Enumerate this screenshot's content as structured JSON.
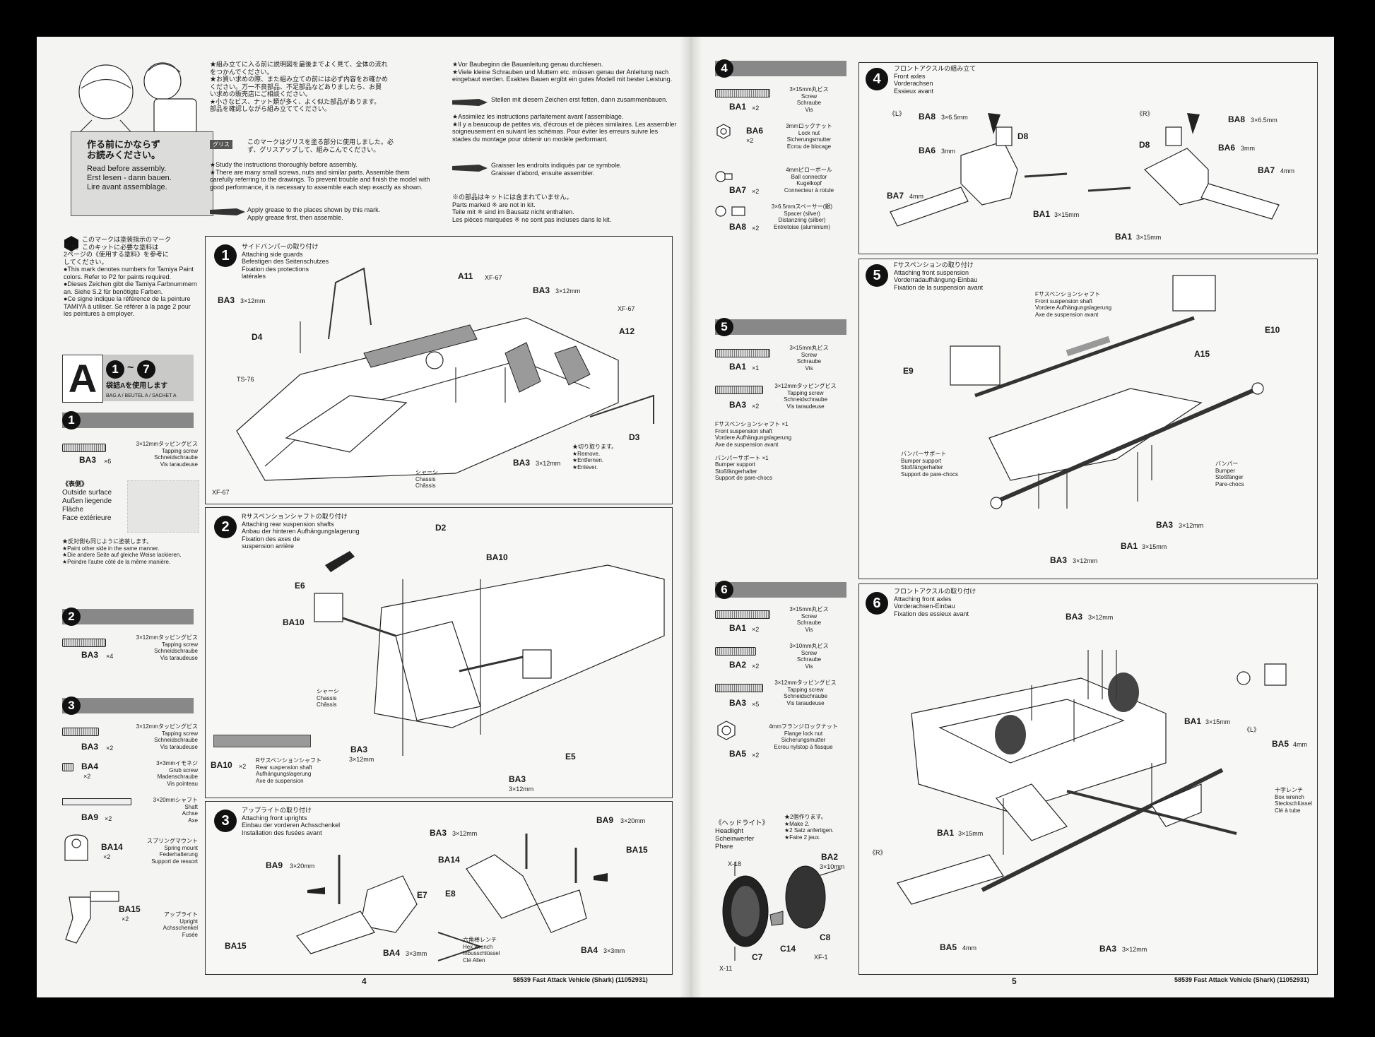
{
  "left_page": {
    "intro_jp": "★組み立てに入る前に説明図を最後までよく見て、全体の流れ\nをつかんでください。\n★お買い求めの際、また組み立ての前には必ず内容をお確かめ\nください。万一不良部品、不足部品などありましたら、お買\nい求めの販売店にご相談ください。\n★小さなビス、ナット類が多く、よく似た部品があります。\n部品を確認しながら組み立ててください。",
    "grease_jp": "このマークはグリスを塗る部分に使用しました。必\nず、グリスアップして、組みこんでください。",
    "grease_tag": "グリス",
    "intro_en": "★Study the instructions thoroughly before assembly.\n★There are many small screws, nuts and similar parts. Assemble them carefully referring to the drawings. To prevent trouble and finish the model with good performance, it is necessary to assemble each step exactly as shown.",
    "grease_en": "Apply grease to the places shown by this mark.\nApply grease first, then assemble.",
    "intro_de": "★Vor Baubeginn die Bauanleitung genau durchlesen.\n★Viele kleine Schrauben und Muttern etc. müssen genau der Anleitung nach eingebaut werden. Exaktes Bauen ergibt ein gutes Modell mit bester Leistung.",
    "grease_de": "Stellen mit diesem Zeichen erst fetten, dann zusammenbauen.",
    "intro_fr": "★Assimilez les instructions parfaitement avant l'assemblage.\n★Il y a beaucoup de petites vis, d'écrous et de pièces similaires. Les assembler soigneusement en suivant les schémas. Pour éviter les erreurs suivre les stades du montage pour obtenir un modèle performant.",
    "grease_fr": "Graisser les endroits indiqués par ce symbole.\nGraisser d'abord, ensuite assembler.",
    "not_incl": "※の部品はキットには含まれていません。\nParts marked ※ are not in kit.\nTeile mit ※ sind im Bausatz nicht enthalten.\nLes pièces marquées ※ ne sont pas incluses dans le kit.",
    "read_jp": "作る前にかならず\nお読みください。",
    "read_langs": "Read before assembly.\nErst lesen - dann bauen.\nLire avant assemblage.",
    "paint_note": "このマークは塗装指示のマーク\nです。このキットに必要な塗料は\n2ページの《使用する塗料》を参考に\nしてください。\n●This mark denotes numbers for Tamiya Paint colors. Refer to P2 for paints required.\n●Dieses Zeichen gibt die Tamiya Farbnummern an. Siehe S.2 für benötigte Farben.\n●Ce signe indique la référence de la peinture TAMIYA à utiliser. Se référer à la page 2 pour les peintures à employer.",
    "bag": {
      "letter": "A",
      "range_a": "1",
      "tilde": "~",
      "range_b": "7",
      "jp": "袋詰Aを使用します",
      "en": "BAG A / BEUTEL A / SACHET A"
    },
    "parts": [
      {
        "step": "1",
        "items": [
          {
            "code": "BA3",
            "qty": "×6",
            "desc": "3×12mmタッピングビス\nTapping screw\nSchneidschraube\nVis taraudeuse"
          }
        ],
        "note_head": "《表側》",
        "note": "Outside surface\nAußen liegende\nFläche\nFace extérieure",
        "note2": "★反対側も同じように塗装します。\n★Paint other side in the same manner.\n★Die andere Seite auf gleiche Weise lackieren.\n★Peindre l'autre côté de la même manière."
      },
      {
        "step": "2",
        "items": [
          {
            "code": "BA3",
            "qty": "×4",
            "desc": "3×12mmタッピングビス\nTapping screw\nSchneidschraube\nVis taraudeuse"
          }
        ]
      },
      {
        "step": "3",
        "items": [
          {
            "code": "BA3",
            "qty": "×2",
            "desc": "3×12mmタッピングビス\nTapping screw\nSchneidschraube\nVis taraudeuse"
          },
          {
            "code": "BA4",
            "qty": "×2",
            "desc": "3×3mmイモネジ\nGrub screw\nMadenschraube\nVis pointeau"
          },
          {
            "code": "BA9",
            "qty": "×2",
            "desc": "3×20mmシャフト\nShaft\nAchse\nAxe"
          },
          {
            "code": "BA14",
            "qty": "×2",
            "desc": "スプリングマウント\nSpring mount\nFederhalterung\nSupport de ressort"
          },
          {
            "code": "BA15",
            "qty": "×2",
            "desc": "アップライト\nUpright\nAchsschenkel\nFusée"
          }
        ]
      }
    ],
    "steps": [
      {
        "num": "1",
        "title": "サイドバンパーの取り付け\nAttaching side guards\nBefestigen des Seitenschutzes\nFixation des protections\nlatérales",
        "labels": {
          "a11": "A11",
          "xf67a": "XF-67",
          "ba3a": "BA3",
          "ba3a_s": "3×12mm",
          "ba3b": "BA3",
          "ba3b_s": "3×12mm",
          "xf67b": "XF-67",
          "a12": "A12",
          "d4": "D4",
          "ts76": "TS-76",
          "d3": "D3",
          "cut": "★切り取ります。\n★Remove.\n★Entfernen.\n★Enlever.",
          "ba3c": "BA3",
          "ba3c_s": "3×12mm",
          "chassis": "シャーシ\nChassis\nChâssis",
          "xf67c": "XF-67"
        }
      },
      {
        "num": "2",
        "title": "Rサスペンションシャフトの取り付け\nAttaching rear suspension shafts\nAnbau der hinteren Aufhängungslagerung\nFixation des axes de\nsuspension arrière",
        "labels": {
          "d2": "D2",
          "ba10a": "BA10",
          "e6": "E6",
          "ba10b": "BA10",
          "chassis": "シャーシ\nChassis\nChâssis",
          "e5": "E5",
          "ba3a": "BA3",
          "ba3a_s": "3×12mm",
          "ba3b": "BA3",
          "ba3b_s": "3×12mm",
          "shaft_code": "BA10",
          "shaft_qty": "×2",
          "shaft_desc": "Rサスペンションシャフト\nRear suspension shaft\nAufhängungslagerung\nAxe de suspension"
        }
      },
      {
        "num": "3",
        "title": "アップライトの取り付け\nAttaching front uprights\nEinbau der vorderen Achsschenkel\nInstallation des fusées avant",
        "labels": {
          "ba3": "BA3",
          "ba3_s": "3×12mm",
          "ba9a": "BA9",
          "ba9a_s": "3×20mm",
          "ba9b": "BA9",
          "ba9b_s": "3×20mm",
          "ba14": "BA14",
          "ba15a": "BA15",
          "e7": "E7",
          "e8": "E8",
          "ba15b": "BA15",
          "ba4a": "BA4",
          "ba4a_s": "3×3mm",
          "ba4b": "BA4",
          "ba4b_s": "3×3mm",
          "wrench": "六角棒レンチ\nHex wrench\nInbusschlüssel\nClé Allen"
        }
      }
    ],
    "page_number": "4",
    "footer": "58539 Fast Attack Vehicle (Shark) (11052931)"
  },
  "right_page": {
    "parts": [
      {
        "step": "4",
        "items": [
          {
            "code": "BA1",
            "qty": "×2",
            "desc": "3×15mm丸ビス\nScrew\nSchraube\nVis"
          },
          {
            "code": "BA6",
            "qty": "×2",
            "desc": "3mmロックナット\nLock nut\nSicherungsmutter\nEcrou de blocage"
          },
          {
            "code": "BA7",
            "qty": "×2",
            "desc": "4mmピローボール\nBall connector\nKugelkopf\nConnecteur à rotule"
          },
          {
            "code": "BA8",
            "qty": "×2",
            "desc": "3×6.5mmスペーサー(銀)\nSpacer (silver)\nDistanzring (silber)\nEntretoise (aluminium)"
          }
        ]
      },
      {
        "step": "5",
        "items": [
          {
            "code": "BA1",
            "qty": "×1",
            "desc": "3×15mm丸ビス\nScrew\nSchraube\nVis"
          },
          {
            "code": "BA3",
            "qty": "×2",
            "desc": "3×12mmタッピングビス\nTapping screw\nSchneidschraube\nVis taraudeuse"
          }
        ],
        "extra": "Fサスペンションシャフト ×1\nFront suspension shaft\nVordere Aufhängungslagerung\nAxe de suspension avant\n\nバンパーサポート ×1\nBumper support\nStoßfängerhalter\nSupport de pare-chocs"
      },
      {
        "step": "6",
        "items": [
          {
            "code": "BA1",
            "qty": "×2",
            "desc": "3×15mm丸ビス\nScrew\nSchraube\nVis"
          },
          {
            "code": "BA2",
            "qty": "×2",
            "desc": "3×10mm丸ビス\nScrew\nSchraube\nVis"
          },
          {
            "code": "BA3",
            "qty": "×5",
            "desc": "3×12mmタッピングビス\nTapping screw\nSchneidschraube\nVis taraudeuse"
          },
          {
            "code": "BA5",
            "qty": "×2",
            "desc": "4mmフランジロックナット\nFlange lock nut\nSicherungsmutter\nEcrou nylstop à flasque"
          }
        ]
      }
    ],
    "headlight": {
      "title": "《ヘッドライト》\nHeadlight\nScheinwerfer\nPhare",
      "make": "★2個作ります。\n★Make 2.\n★2 Satz anfertigen.\n★Faire 2 jeux.",
      "x18": "X-18",
      "ba2": "BA2",
      "ba2_s": "3×10mm",
      "c7": "C7",
      "c14": "C14",
      "c8": "C8",
      "x11": "X-11",
      "xf1": "XF-1"
    },
    "steps": [
      {
        "num": "4",
        "title": "フロントアクスルの組み立て\nFront axles\nVorderachsen\nEssieux avant",
        "labels": {
          "L": "《L》",
          "R": "《R》",
          "ba8l": "BA8",
          "ba8l_s": "3×6.5mm",
          "d8l": "D8",
          "ba6l": "BA6",
          "ba6l_s": "3mm",
          "ba7l": "BA7",
          "ba7l_s": "4mm",
          "ba1l": "BA1",
          "ba1l_s": "3×15mm",
          "ba8r": "BA8",
          "ba8r_s": "3×6.5mm",
          "d8r": "D8",
          "ba6r": "BA6",
          "ba6r_s": "3mm",
          "ba7r": "BA7",
          "ba7r_s": "4mm",
          "ba1r": "BA1",
          "ba1r_s": "3×15mm"
        }
      },
      {
        "num": "5",
        "title": "Fサスペンションの取り付け\nAttaching front suspension\nVorderradaufhängung-Einbau\nFixation de la suspension avant",
        "labels": {
          "shaft": "Fサスペンションシャフト\nFront suspension shaft\nVordere Aufhängungslagerung\nAxe de suspension avant",
          "e10": "E10",
          "e9": "E9",
          "a15": "A15",
          "bsup": "バンパーサポート\nBumper support\nStoßfängerhalter\nSupport de pare-chocs",
          "bumper": "バンパー\nBumper\nStoßfänger\nPare-chocs",
          "ba3a": "BA3",
          "ba3a_s": "3×12mm",
          "ba1": "BA1",
          "ba1_s": "3×15mm",
          "ba3b": "BA3",
          "ba3b_s": "3×12mm"
        }
      },
      {
        "num": "6",
        "title": "フロントアクスルの取り付け\nAttaching front axles\nVorderachsen-Einbau\nFixation des essieux avant",
        "labels": {
          "ba3a": "BA3",
          "ba3a_s": "3×12mm",
          "ba1a": "BA1",
          "ba1a_s": "3×15mm",
          "L": "《L》",
          "ba5a": "BA5",
          "ba5a_s": "4mm",
          "wrench": "十字レンチ\nBox wrench\nSteckschlüssel\nClé à tube",
          "ba1b": "BA1",
          "ba1b_s": "3×15mm",
          "R": "《R》",
          "ba5b": "BA5",
          "ba5b_s": "4mm",
          "ba3b": "BA3",
          "ba3b_s": "3×12mm"
        }
      }
    ],
    "page_number": "5",
    "footer": "58539 Fast Attack Vehicle (Shark) (11052931)"
  }
}
